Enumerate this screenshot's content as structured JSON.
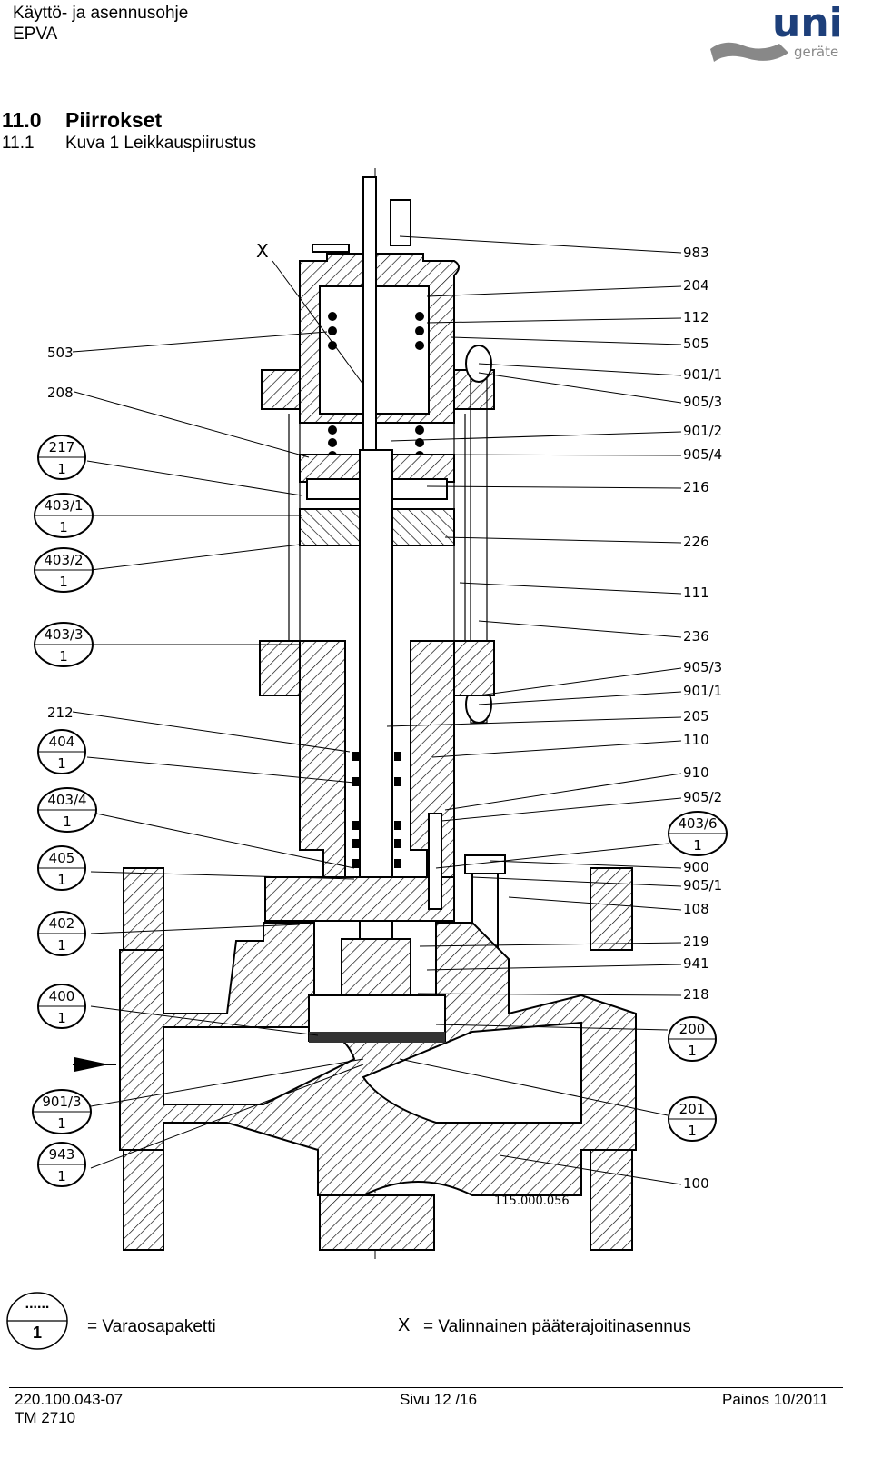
{
  "header": {
    "doc_title": "Käyttö- ja asennusohje",
    "product": "EPVA",
    "logo_text": "uni",
    "logo_sub": "geräte"
  },
  "section": {
    "heading_num": "11.0",
    "heading": "Piirrokset",
    "sub_num": "11.1",
    "sub": "Kuva 1 Leikkauspiirustus"
  },
  "drawing": {
    "x_mark": "X",
    "drawing_no": "115.000.056",
    "right_labels": [
      "983",
      "204",
      "112",
      "505",
      "901/1",
      "905/3",
      "901/2",
      "905/4",
      "216",
      "226",
      "111",
      "236",
      "905/3",
      "901/1",
      "205",
      "110",
      "910",
      "905/2",
      "900",
      "905/1",
      "108",
      "219",
      "941",
      "218",
      "100"
    ],
    "left_labels": [
      "503",
      "208",
      "212"
    ],
    "left_kit": [
      {
        "num": "217",
        "qty": "1"
      },
      {
        "num": "403/1",
        "qty": "1"
      },
      {
        "num": "403/2",
        "qty": "1"
      },
      {
        "num": "403/3",
        "qty": "1"
      },
      {
        "num": "404",
        "qty": "1"
      },
      {
        "num": "403/4",
        "qty": "1"
      },
      {
        "num": "405",
        "qty": "1"
      },
      {
        "num": "402",
        "qty": "1"
      },
      {
        "num": "400",
        "qty": "1"
      },
      {
        "num": "901/3",
        "qty": "1"
      },
      {
        "num": "943",
        "qty": "1"
      }
    ],
    "right_kit": [
      {
        "num": "403/6",
        "qty": "1"
      },
      {
        "num": "200",
        "qty": "1"
      },
      {
        "num": "201",
        "qty": "1"
      }
    ]
  },
  "legend": {
    "symbol_top": "......",
    "symbol_bottom": "1",
    "symbol_text": "= Varaosapaketti",
    "x_symbol": "X",
    "x_text": "=  Valinnainen pääterajoitinasennus"
  },
  "footer": {
    "doc_number": "220.100.043-07",
    "page": "Sivu 12 /16",
    "edition": "Painos 10/2011",
    "tm": "TM 2710"
  }
}
